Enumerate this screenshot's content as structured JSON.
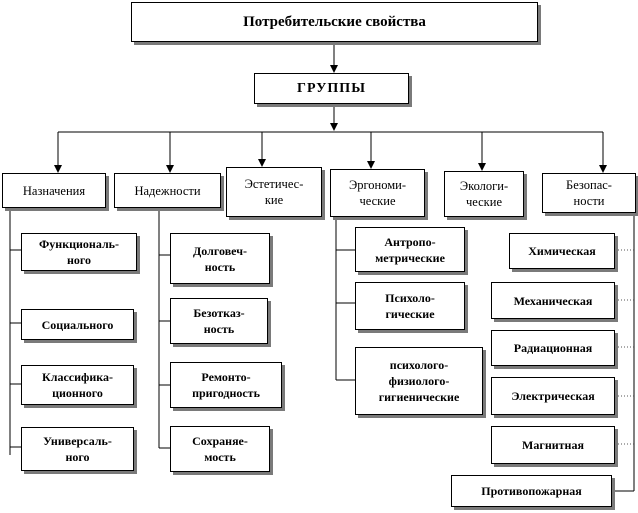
{
  "title": "Потребительские свойства",
  "groups": "ГРУППЫ",
  "categories": [
    {
      "id": "naznachenie",
      "label": "Назначения",
      "items": [
        "Функциональ-\nного",
        "Социального",
        "Классифика-\nционного",
        "Универсаль-\nного"
      ]
    },
    {
      "id": "nadezhnost",
      "label": "Надежности",
      "items": [
        "Долговеч-\nность",
        "Безотказ-\nность",
        "Ремонто-\nпригодность",
        "Сохраняе-\nмость"
      ]
    },
    {
      "id": "estetika",
      "label": "Эстетичес-\nкие",
      "items": []
    },
    {
      "id": "ergonomika",
      "label": "Эргономи-\nческие",
      "items": [
        "Антропо-\nметрические",
        "Психоло-\nгические",
        "психолого-\nфизиолого-\nгигиенические"
      ]
    },
    {
      "id": "ekologia",
      "label": "Экологи-\nческие",
      "items": []
    },
    {
      "id": "bezopasnost",
      "label": "Безопас-\nности",
      "items": [
        "Химическая",
        "Механическая",
        "Радиационная",
        "Электрическая",
        "Магнитная",
        "Противопожарная"
      ]
    }
  ],
  "colors": {
    "line": "#000000",
    "shadow": "#7a7a7a",
    "dotted": "#555555"
  }
}
